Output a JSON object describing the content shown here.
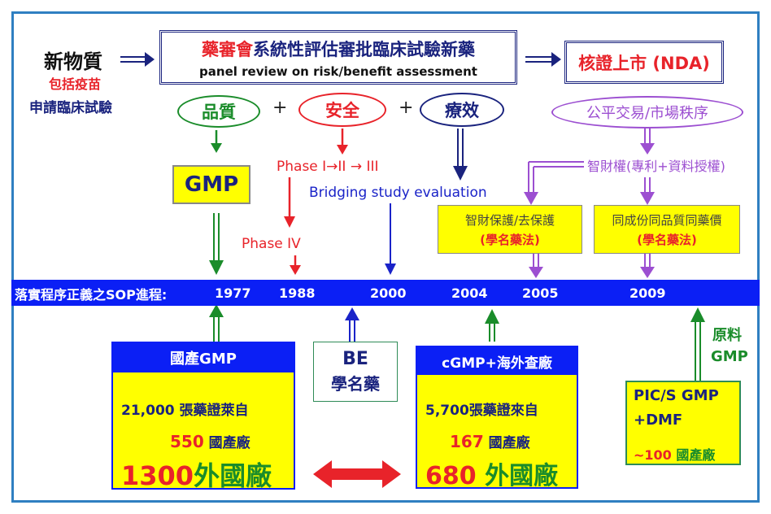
{
  "top": {
    "new_substance": "新物質",
    "incl_vaccine": "包括疫苗",
    "apply_trial": "申請臨床試驗",
    "review_title_red": "藥審會",
    "review_title_rest": "系統性評估審批臨床試驗新藥",
    "review_subtitle": "panel review  on risk/benefit assessment",
    "nda": "核證上市 (NDA)"
  },
  "pillars": {
    "quality": "品質",
    "plus1": "+",
    "safety": "安全",
    "plus2": "+",
    "efficacy": "療效",
    "fair_trade": "公平交易/市場秩序"
  },
  "labels": {
    "gmp": "GMP",
    "phase_1_3": "Phase I→II → III",
    "bridging": "Bridging study evaluation",
    "ip": "智財權(專利+資料授權)",
    "phase_4": "Phase IV",
    "ip_protect_1": "智財保護/去保護",
    "ip_protect_2": "(學名藥法)",
    "same_drug_1": "同成份同品質同藥價",
    "same_drug_2": "(學名藥法)"
  },
  "timeline": {
    "title": "落實程序正義之SOP進程: ",
    "years": [
      "1977",
      "1988",
      "2000",
      "2004",
      "2005",
      "2009"
    ]
  },
  "bottom": {
    "domestic_gmp": {
      "header": "國產GMP",
      "line1": "21,000 張藥證萊自",
      "line2_num": "550",
      "line2_text": " 國產廠",
      "line3_num": "1300",
      "line3_text": "外國廠"
    },
    "be": {
      "line1": "BE",
      "line2": "學名藥"
    },
    "cgmp": {
      "header": "cGMP+海外查廠",
      "line1": "5,700張藥證來自",
      "line2_num": "167",
      "line2_text": " 國產廠",
      "line3_num": "680",
      "line3_text": " 外國廠"
    },
    "api_gmp": {
      "line1": "原料",
      "line2": "GMP"
    },
    "pics": {
      "line1": "PIC/S GMP",
      "line2": "+DMF",
      "line3_num": "~100",
      "line3_text": " 國產廠"
    }
  },
  "colors": {
    "navy": "#1a237e",
    "red": "#e8232a",
    "green": "#1a8c2a",
    "purple": "#9c4fd1",
    "timeline_blue": "#0b1ff5",
    "yellow": "#ffff00",
    "frame": "#2f7fc1"
  }
}
